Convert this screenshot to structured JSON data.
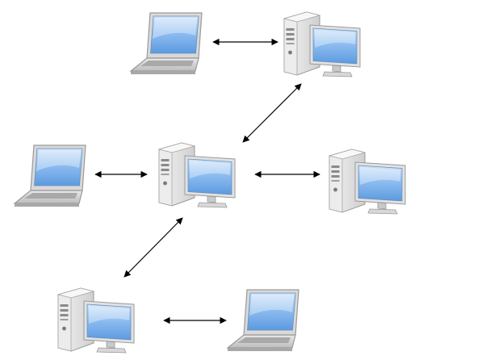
{
  "diagram": {
    "type": "network",
    "nodes": [
      {
        "id": "laptop-top",
        "kind": "laptop"
      },
      {
        "id": "desktop-top-right",
        "kind": "desktop"
      },
      {
        "id": "laptop-left",
        "kind": "laptop"
      },
      {
        "id": "desktop-center",
        "kind": "desktop"
      },
      {
        "id": "desktop-right",
        "kind": "desktop"
      },
      {
        "id": "desktop-bottom-left",
        "kind": "desktop"
      },
      {
        "id": "laptop-bottom",
        "kind": "laptop"
      }
    ],
    "links": [
      {
        "from": "laptop-top",
        "to": "desktop-top-right",
        "bidirectional": true
      },
      {
        "from": "desktop-top-right",
        "to": "desktop-center",
        "bidirectional": true
      },
      {
        "from": "laptop-left",
        "to": "desktop-center",
        "bidirectional": true
      },
      {
        "from": "desktop-center",
        "to": "desktop-right",
        "bidirectional": true
      },
      {
        "from": "desktop-center",
        "to": "desktop-bottom-left",
        "bidirectional": true
      },
      {
        "from": "desktop-bottom-left",
        "to": "laptop-bottom",
        "bidirectional": true
      }
    ],
    "colors": {
      "screen": "#6fa8e6",
      "screen_highlight": "#c6def7",
      "case": "#e6e6e6",
      "case_shadow": "#b9b9b9",
      "arrow": "#000000"
    }
  }
}
